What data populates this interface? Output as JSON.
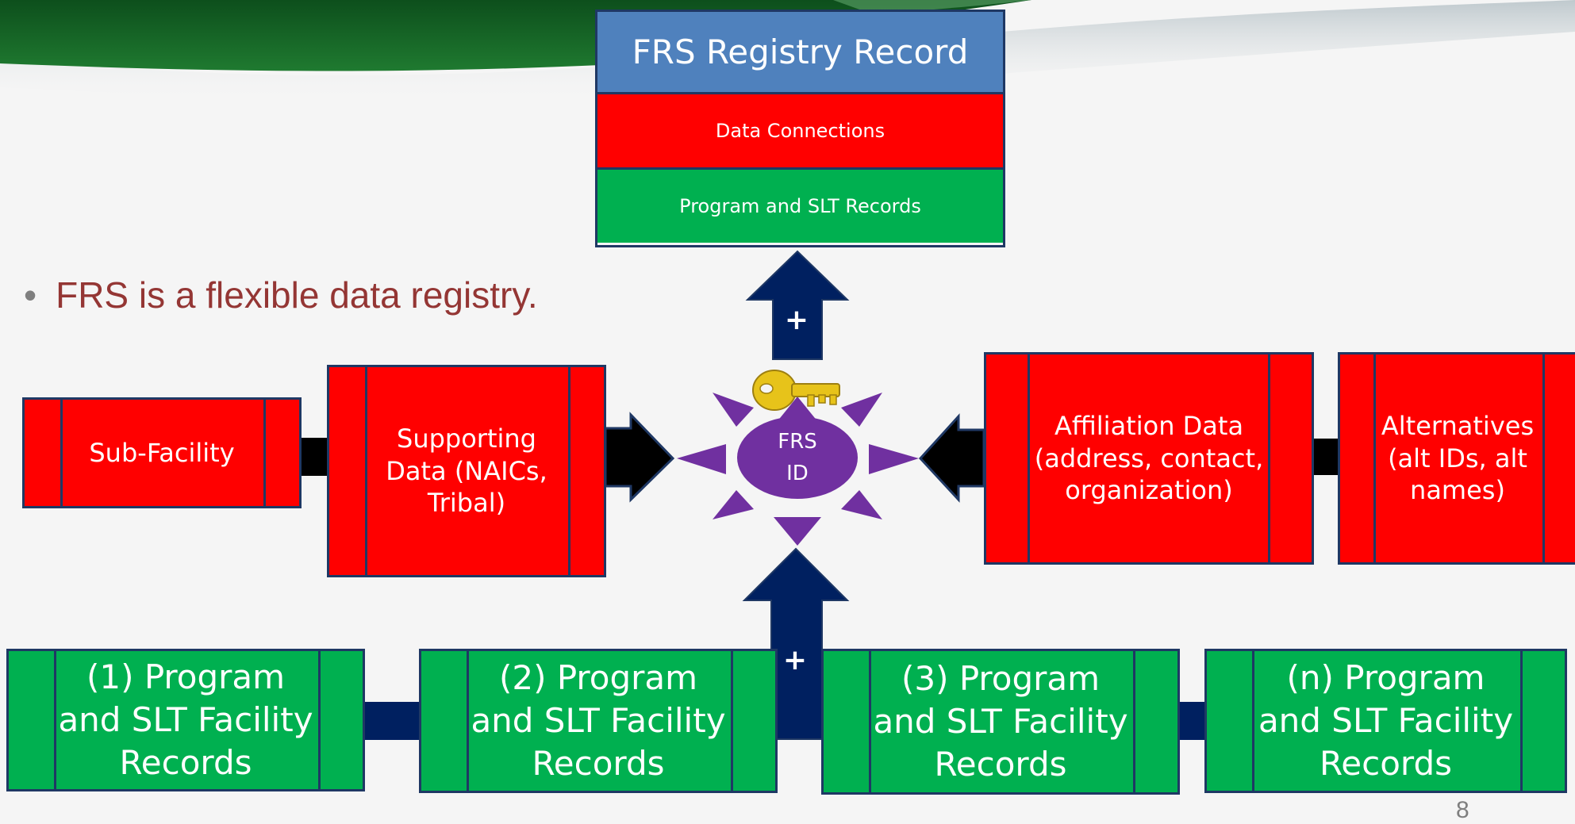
{
  "bullet": {
    "marker": "•",
    "text": "FRS is a flexible data registry."
  },
  "registry": {
    "title": "FRS Registry Record",
    "row1": "Data Connections",
    "row2": "Program and SLT  Records"
  },
  "hub": {
    "line1": "FRS",
    "line2": "ID",
    "key_icon": "key-icon"
  },
  "left_boxes": {
    "sub_facility": "Sub-Facility",
    "supporting_l1": "Supporting",
    "supporting_l2": "Data (NAICs,",
    "supporting_l3": "Tribal)"
  },
  "right_boxes": {
    "affiliation_l1": "Affiliation Data",
    "affiliation_l2": "(address, contact,",
    "affiliation_l3": "organization)",
    "alternatives_l1": "Alternatives",
    "alternatives_l2": "(alt IDs, alt",
    "alternatives_l3": "names)"
  },
  "program_records": [
    {
      "l1": "(1) Program",
      "l2": "and SLT Facility",
      "l3": "Records"
    },
    {
      "l1": "(2) Program",
      "l2": "and SLT Facility",
      "l3": "Records"
    },
    {
      "l1": "(3) Program",
      "l2": "and SLT Facility",
      "l3": "Records"
    },
    {
      "l1": "(n) Program",
      "l2": "and SLT Facility",
      "l3": "Records"
    }
  ],
  "plus_sign": "+",
  "page_number": "8",
  "colors": {
    "red": "#ff0000",
    "green": "#00b050",
    "blue": "#4f81bd",
    "navy": "#002060",
    "purple": "#7030a0",
    "border": "#1f3864"
  }
}
